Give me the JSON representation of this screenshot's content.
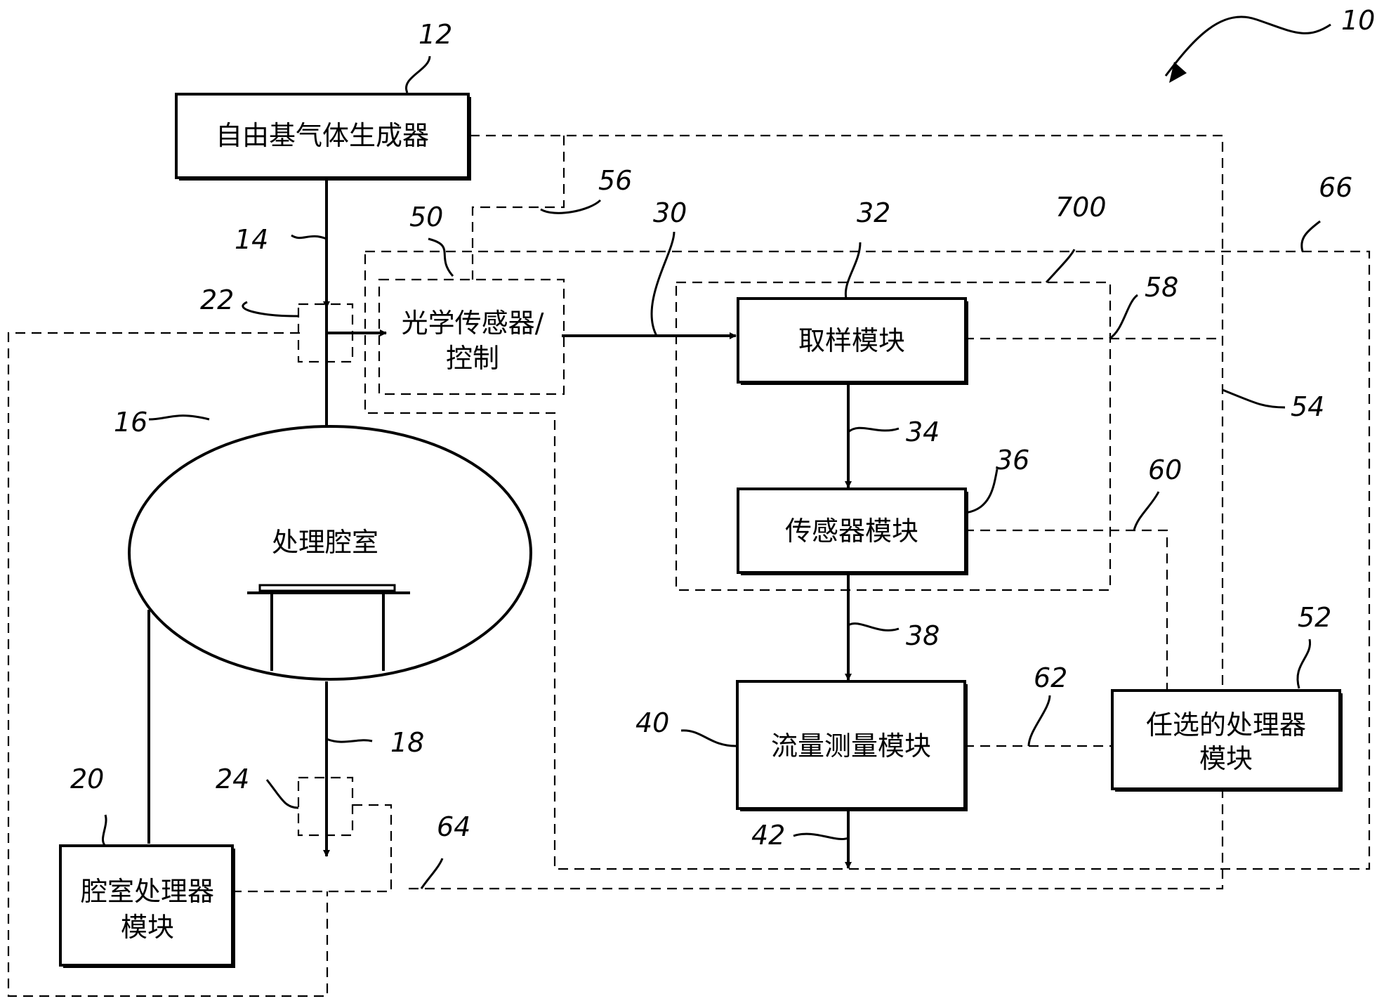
{
  "blocks": {
    "generator": "自由基气体生成器",
    "optical_line1": "光学传感器/",
    "optical_line2": "控制",
    "sampling": "取样模块",
    "sensor": "传感器模块",
    "chamber": "处理腔室",
    "flow": "流量测量模块",
    "optional_line1": "任选的处理器",
    "optional_line2": "模块",
    "chamber_proc_line1": "腔室处理器",
    "chamber_proc_line2": "模块"
  },
  "refs": {
    "r10": "10",
    "r12": "12",
    "r14": "14",
    "r16": "16",
    "r18": "18",
    "r20": "20",
    "r22": "22",
    "r24": "24",
    "r30": "30",
    "r32": "32",
    "r34": "34",
    "r36": "36",
    "r38": "38",
    "r40": "40",
    "r42": "42",
    "r50": "50",
    "r52": "52",
    "r54": "54",
    "r56": "56",
    "r58": "58",
    "r60": "60",
    "r62": "62",
    "r64": "64",
    "r66": "66",
    "r700": "700"
  }
}
